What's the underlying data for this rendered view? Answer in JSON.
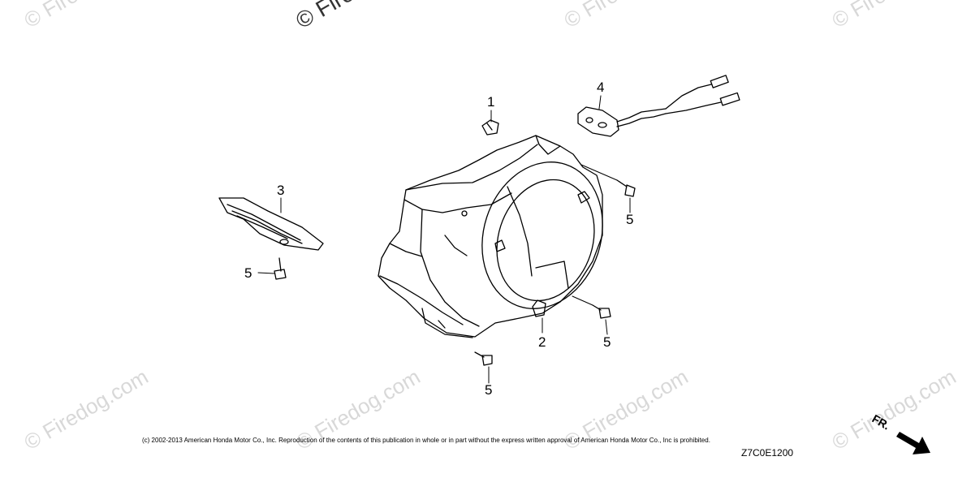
{
  "watermarks": {
    "tl": "© Firedog.com",
    "top_center": "© Firedog.com",
    "top_right1": "© Firedog.com",
    "top_right2": "© Firedog.com",
    "bl": "© Firedog.com",
    "bc1": "© Firedog.com",
    "bc2": "© Firedog.com",
    "br": "© Firedog.com"
  },
  "callouts": {
    "c1": "1",
    "c2": "2",
    "c3": "3",
    "c4": "4",
    "c5a": "5",
    "c5b": "5",
    "c5c": "5",
    "c5d": "5"
  },
  "footer": {
    "copyright": "(c) 2002-2013 American Honda Motor Co., Inc. Reproduction of the contents of this publication in whole or in part without the express written approval of American Honda Motor Co., Inc is prohibited.",
    "diagram_code": "Z7C0E1200",
    "front_marker": "FR."
  },
  "colors": {
    "line": "#000000",
    "watermark": "#d8d8d8"
  }
}
